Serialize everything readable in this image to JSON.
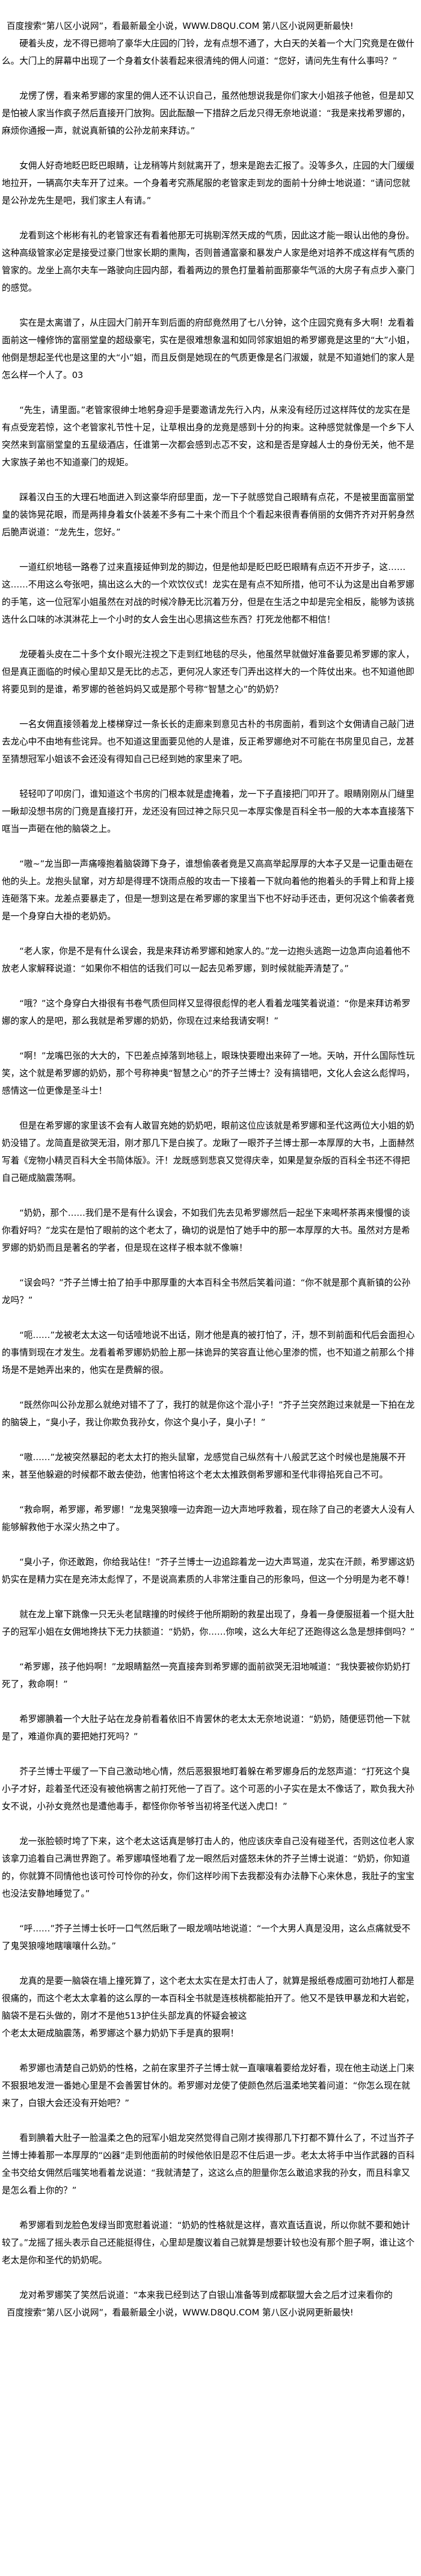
{
  "header_banner": "百度搜索“第八区小说网”，看最新最全小说，WWW.D8QU.COM   第八区小说网更新最快!",
  "footer_banner": "百度搜索“第八区小说网”，看最新最全小说，WWW.D8QU.COM   第八区小说网更新最快!",
  "paragraphs": [
    "硬着头皮，龙不得已摁响了豪华大庄园的门铃，龙有点想不通了，大白天的关着一个大门究竟是在做什么。大门上的屏幕中出现了一个身着女仆装看起来很清纯的佣人问道：“您好，请问先生有什么事吗？”",
    "龙愣了愣，看来希罗娜的家里的佣人还不认识自己，虽然他想说我是你们家大小姐孩子他爸，但是却又是怕被人家当作疯子然后直接开门放狗。因此酝酿一下措辞之后龙只得无奈地说道：“我是来找希罗娜的，麻烦你通报一声，就说真新镇的公孙龙前来拜访。”",
    "女佣人好奇地眨巴眨巴眼睛，让龙稍等片刻就离开了，想来是跑去汇报了。没等多久，庄园的大门缓缓地拉开，一辆高尔夫车开了过来。一个身着考究燕尾服的老管家走到龙的面前十分绅士地说道：“请问您就是公孙龙先生是吧，我们家主人有请。”",
    "龙看到这个彬彬有礼的老管家还有看着他那无可挑剔浑然天成的气质，因此这才能一眼认出他的身份。这种高级管家必定是接受过豪门世家长期的熏陶，否则普通富豪和暴发户人家是绝对培养不成这样有气质的管家的。龙坐上高尔夫车一路驶向庄园内部，看着两边的景色打量着前面那豪华气派的大房子有点步入豪门的感觉。",
    "实在是太离谱了，从庄园大门前开车到后面的府邸竟然用了七八分钟，这个庄园究竟有多大啊！龙看着面前这一幢修饰的富丽堂皇的超级豪宅，实在是很难想象温和如同邻家姐姐的希罗娜竟是这里的“大”小姐，他倒是想起圣代也是这里的大“小”姐，而且反倒是她现在的气质更像是名门淑媛，就是不知道她们的家人是怎么样一个人了。03",
    "“先生，请里面。”老管家很绅士地躬身迎手是要邀请龙先行入内，从来没有经历过这样阵仗的龙实在是有点受宠若惊，这个老管家礼节性十足，让草根出身的龙竟是感到十分的拘束。这种感觉就像是一个乡下人突然来到富丽堂皇的五星级酒店，任谁第一次都会感到忐忑不安，这和是否是穿越人士的身份无关，他不是大家族子弟也不知道豪门的规矩。",
    "踩着汉白玉的大理石地面进入到这豪华府邸里面，龙一下子就感觉自己眼睛有点花，不是被里面富丽堂皇的装饰晃花眼，而是两排身着女仆装差不多有二十来个而且个个看起来很青春俏丽的女佣齐齐对开躬身然后脆声说道：“龙先生，您好。”",
    "一道红织地毯一路卷了过来直接延伸到龙的脚边，但是他却是眨巴眨巴眼睛有点迈不开步子，这……这……不用这么夸张吧，搞出这么大的一个欢饮仪式！龙实在是有点不知所措，他可不认为这是出自希罗娜的手笔，这一位冠军小姐虽然在对战的时候冷静无比沉着万分，但是在生活之中却是完全相反，能够为该挑选什么口味的冰淇淋花上一个小时的女人会生出心思搞这些东西？打死龙他都不相信！",
    "龙硬着头皮在二十多个女仆眼光注视之下走到红地毯的尽头，他虽然早就做好准备要见希罗娜的家人，但是真正面临的时候心里却又是无比的忐忑，更何况人家还专门弄出这样大的一个阵仗出来。也不知道他即将要见到的是谁，希罗娜的爸爸妈妈又或是那个号称“智慧之心”的奶奶？",
    "一名女佣直接领着龙上楼梯穿过一条长长的走廊来到意见古朴的书房面前，看到这个女佣请自己敲门进去龙心中不由地有些诧异。也不知道这里面要见他的人是谁，反正希罗娜绝对不可能在书房里见自己，龙甚至猜想冠军小姐该不会还没有得知自己已经到她的家里来了吧。",
    "轻轻叩了叩房门，谁知道这个书房的门根本就是虚掩着，龙一下子直接把门叩开了。眼睛刚刚从门缝里一瞅却没想书房的门竟是直接打开，龙还没有回过神之际只见一本厚实像是百科全书一般的大本本直接落下哐当一声砸在他的脑袋之上。",
    "“嗷~”龙当即一声痛嚎抱着脑袋蹲下身子，谁想偷袭者竟是又高高举起厚厚的大本子又是一记重击砸在他的头上。龙抱头鼠窜，对方却是得理不饶雨点般的攻击一下接着一下就向着他的抱着头的手臂上和背上接连砸落下来。龙差点要暴走了，但是一想到这是在希罗娜的家里当下也不好动手还击，更何况这个偷袭者竟是一个身穿白大褂的老奶奶。",
    "“老人家，你是不是有什么误会，我是来拜访希罗娜和她家人的。”龙一边抱头逃跑一边急声向追着他不放老人家解释说道：“如果你不相信的话我们可以一起去见希罗娜，到时候就能弄清楚了。”",
    "“哦？”这个身穿白大褂很有书卷气质但同样又显得很彪悍的老人看着龙嗤笑着说道：“你是来拜访希罗娜的家人的是吧，那么我就是希罗娜的奶奶，你现在过来给我请安啊！”",
    "“啊！”龙嘴巴张的大大的，下巴差点掉落到地毯上，眼珠快要瞪出来碎了一地。天呐，开什么国际性玩笑，这个就是希罗娜的奶奶，那个号称神奥“智慧之心”的芥子兰博士？没有搞错吧，文化人会这么彪悍吗，感情这一位更像是圣斗士！",
    "但是在希罗娜的家里该不会有人敢冒充她的奶奶吧，眼前这位应该就是希罗娜和圣代这两位大小姐的奶奶没错了。龙简直是欲哭无泪，刚才那几下是白挨了。龙瞅了一眼芥子兰博士那一本厚厚的大书，上面赫然写着《宠物小精灵百科大全书简体版》。汗！龙既感到悲哀又觉得庆幸，如果是复杂版的百科全书还不得把自己砸成脑震荡啊。",
    "“奶奶，那个……我们是不是有什么误会，不如我们先去见希罗娜然后一起坐下来喝杯茶再来慢慢的谈你看好吗？”龙实在是怕了眼前的这个老太了，确切的说是怕了她手中的那一本厚厚的大书。虽然对方是希罗娜的奶奶而且是著名的学者，但是现在这样子根本就不像嘛！",
    "“误会吗？”芥子兰博士拍了拍手中那厚重的大本百科全书然后笑着问道：“你不就是那个真新镇的公孙龙吗？”",
    "“呃……”龙被老太太这一句话噎地说不出话，刚才他是真的被打怕了，汗，想不到前面和代后会面担心的事情到现在才发生。龙看着希罗娜奶奶脸上那一抹诡异的笑容直让他心里渗的慌，也不知道之前那么个排场是不是她弄出来的，他实在是费解的很。",
    "“既然你叫公孙龙那么就绝对错不了了，我打的就是你这个混小子！”芥子兰突然跑过来就是一下拍在龙的脑袋上，“臭小子，我让你欺负我孙女，你这个臭小子，臭小子！”",
    "“嗷……”龙被突然暴起的老太太打的抱头鼠窜，龙感觉自己纵然有十八般武艺这个时候也是施展不开来，甚至他躲避的时候都不敢去使劲，他害怕将这个老太太推跌倒希罗娜和圣代非得掐死自己不可。",
    "“救命啊，希罗娜，希罗娜！”龙鬼哭狼嚎一边奔跑一边大声地呼救着，现在除了自己的老婆大人没有人能够解救他于水深火热之中了。",
    "“臭小子，你还敢跑，你给我站住！”芥子兰博士一边追踪着龙一边大声骂道，龙实在汗颜，希罗娜这奶奶实在是精力实在是充沛太彪悍了，不是说高素质的人非常注重自己的形象吗，但这一个分明是为老不尊！",
    "就在龙上窜下跳像一只无头老鼠瞎撞的时候终于他所期盼的救星出现了，身着一身便服挺着一个挺大肚子的冠军小姐在女佣地搀扶下无力扶额道：“奶奶，你……你唉，这么大年纪了还跑得这么急是想摔倒吗？”",
    "“希罗娜，孩子他妈啊！”龙眼睛豁然一亮直接奔到希罗娜的面前欲哭无泪地喊道：“我快要被你奶奶打死了，救命啊！”",
    "希罗娜腆着一个大肚子站在龙身前看着依旧不肯罢休的老太太无奈地说道：“奶奶，随便惩罚他一下就是了，难道你真的要把她打死吗？”",
    "芥子兰博士平缓了一下自己激动地心情，然后恶狠狠地盯着躲在希罗娜身后的龙怒声道：“打死这个臭小子才好，趁着圣代还没有被他祸害之前打死他一了百了。这个可恶的小子实在是太不像话了，欺负我大孙女不说，小孙女竟然也是遭他毒手，都怪你你爷爷当初将圣代送入虎口！”",
    "龙一张脸顿时垮了下来，这个老太这话真是够打击人的，他应该庆幸自己没有碰圣代，否则这位老人家该拿刀追着自己满世界跑了。希罗娜嗔怪地看了龙一眼然后对盛怒未休的芥子兰博士说道：“奶奶，你知道的，你就算不同情他也该可怜可怜你的孙女，你们这样吵闹下去我都没有办法静下心来休息，我肚子的宝宝也没法安静地睡觉了。”",
    "“呼……”芥子兰博士长吁一口气然后瞅了一眼龙嘀咕地说道：“一个大男人真是没用，这么点痛就受不了鬼哭狼嚎地瞎嚷嚷什么劲。”",
    "龙真的是要一脑袋在墙上撞死算了，这个老太太实在是太打击人了，就算是报纸卷成圈可劲地打人都是很痛的，而这个老太太拿着的这么厚的一本百科全书就是连核桃都能拍开了。他又不是铁甲暴龙和大岩蛇，脑袋不是石头做的，刚才不是他513护住头部龙真的怀疑会被这\n个老太太砸成脑震荡，希罗娜这个暴力奶奶下手是真的狠啊！",
    "希罗娜也清楚自己奶奶的性格，之前在家里芥子兰博士就一直嚷嚷着要给龙好看，现在他主动送上门来不狠狠地发泄一番她心里是不会善罢甘休的。希罗娜对龙使了使颜色然后温柔地笑着问道：“你怎么现在就来了，白银大会还没有开始吧？”",
    "看到腆着大肚子一脸温柔之色的冠军小姐龙突然觉得自己刚才挨得那几下打都不算什么了，不过当芥子兰博士捧着那一本厚厚的“凶器”走到他面前的时候他依旧是忍不住后退一步。老太太将手中当作武器的百科全书交给女佣然后嗤笑地看着龙说道：“我就清楚了，这这么点的胆量你怎么敢追求我的孙女，而且科拿又是怎么看上你的？”",
    "希罗娜看到龙脸色发绿当即宽慰着说道：“奶奶的性格就是这样，喜欢直话直说，所以你就不要和她计较了。”龙摇了摇头表示自己还能挺得住，心里却是腹议着自己就算是想要计较也没有那个胆子啊，谁让这个老太是你和圣代的奶奶呢。",
    "龙对希罗娜笑了笑然后说道：“本来我已经到达了白银山准备等到成都联盟大会之后才过来看你的"
  ]
}
